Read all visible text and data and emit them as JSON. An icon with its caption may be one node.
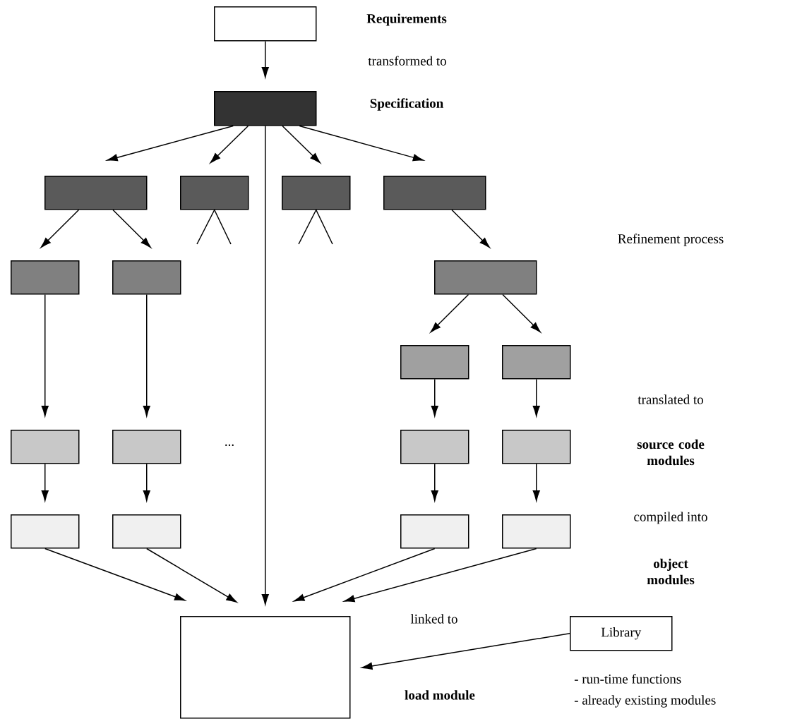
{
  "diagram": {
    "nodes": [
      {
        "text": [],
        "shape": "box"
      },
      {
        "text": [],
        "shape": "box"
      },
      {
        "text": [],
        "shape": "box"
      },
      {
        "text": [],
        "shape": "box"
      },
      {
        "text": [],
        "shape": "box"
      },
      {
        "text": [],
        "shape": "box"
      },
      {
        "text": [],
        "shape": "box"
      },
      {
        "text": [],
        "shape": "box"
      },
      {
        "text": [],
        "shape": "box"
      },
      {
        "text": [],
        "shape": "box"
      },
      {
        "text": [],
        "shape": "box"
      },
      {
        "text": [],
        "shape": "box"
      },
      {
        "text": [],
        "shape": "box"
      },
      {
        "text": [],
        "shape": "box"
      },
      {
        "text": [],
        "shape": "box"
      },
      {
        "text": [],
        "shape": "box"
      },
      {
        "text": [],
        "shape": "box"
      },
      {
        "text": [],
        "shape": "box"
      },
      {
        "text": [],
        "shape": "box"
      },
      {
        "text": [],
        "shape": "box"
      },
      {
        "text": [
          "Library"
        ]
      }
    ],
    "edges": [
      {
        "from": 0,
        "to": 1,
        "arrow": "to"
      },
      {
        "from": 1,
        "to": 2,
        "arrow": "to"
      },
      {
        "from": 1,
        "to": 3,
        "arrow": "to"
      },
      {
        "from": 1,
        "to": 19,
        "arrow": "to"
      },
      {
        "from": 1,
        "to": 4,
        "arrow": "to"
      },
      {
        "from": 1,
        "to": 5,
        "arrow": "to"
      },
      {
        "from": 2,
        "to": 6,
        "arrow": "to"
      },
      {
        "from": 2,
        "to": 7,
        "arrow": "to"
      },
      {
        "from": 3,
        "to": null,
        "arrow": "none"
      },
      {
        "from": 3,
        "to": null,
        "arrow": "none"
      },
      {
        "from": 4,
        "to": null,
        "arrow": "none"
      },
      {
        "from": 4,
        "to": null,
        "arrow": "none"
      },
      {
        "from": 5,
        "to": 8,
        "arrow": "to"
      },
      {
        "from": 8,
        "to": 9,
        "arrow": "to"
      },
      {
        "from": 8,
        "to": 10,
        "arrow": "to"
      },
      {
        "from": 6,
        "to": 11,
        "arrow": "to"
      },
      {
        "from": 7,
        "to": 12,
        "arrow": "to"
      },
      {
        "from": 9,
        "to": 13,
        "arrow": "to"
      },
      {
        "from": 10,
        "to": 14,
        "arrow": "to"
      },
      {
        "from": 11,
        "to": 15,
        "arrow": "to"
      },
      {
        "from": 12,
        "to": 16,
        "arrow": "to"
      },
      {
        "from": 13,
        "to": 17,
        "arrow": "to"
      },
      {
        "from": 14,
        "to": 18,
        "arrow": "to"
      },
      {
        "from": 15,
        "to": 19,
        "arrow": "to"
      },
      {
        "from": 16,
        "to": 19,
        "arrow": "to"
      },
      {
        "from": 17,
        "to": 19,
        "arrow": "to"
      },
      {
        "from": 18,
        "to": 19,
        "arrow": "to"
      },
      {
        "from": 20,
        "to": 19,
        "arrow": "to"
      }
    ],
    "labels": [
      "Requirements",
      "Specification",
      "load module",
      "transformed to",
      "Refinement process",
      "translated to",
      "...",
      "source code modules",
      "compiled into",
      "object modules",
      "linked to",
      "- run-time functions",
      "- already existing modules"
    ]
  }
}
